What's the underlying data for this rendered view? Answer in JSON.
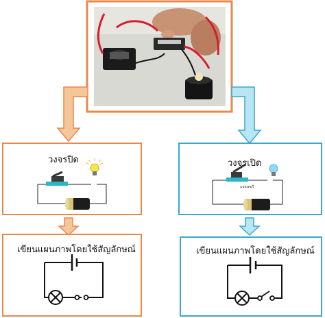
{
  "colors": {
    "orange": "#e8884a",
    "orange_fill": "#f6c69b",
    "cyan": "#3aa9c7",
    "cyan_fill": "#b8e6f5",
    "photo_border": "#e8884a",
    "wire": "#222222"
  },
  "photo": {
    "description_icon": "photo-circuit-kit"
  },
  "left": {
    "top_title": "วงจรปิด",
    "bottom_title": "เขียนแผนภาพโดยใช้สัญลักษณ์"
  },
  "right": {
    "top_title": "วงจรเปิด",
    "battery_label": "แบตเตอรี่",
    "bottom_title": "เขียนแผนภาพโดยใช้สัญลักษณ์"
  }
}
